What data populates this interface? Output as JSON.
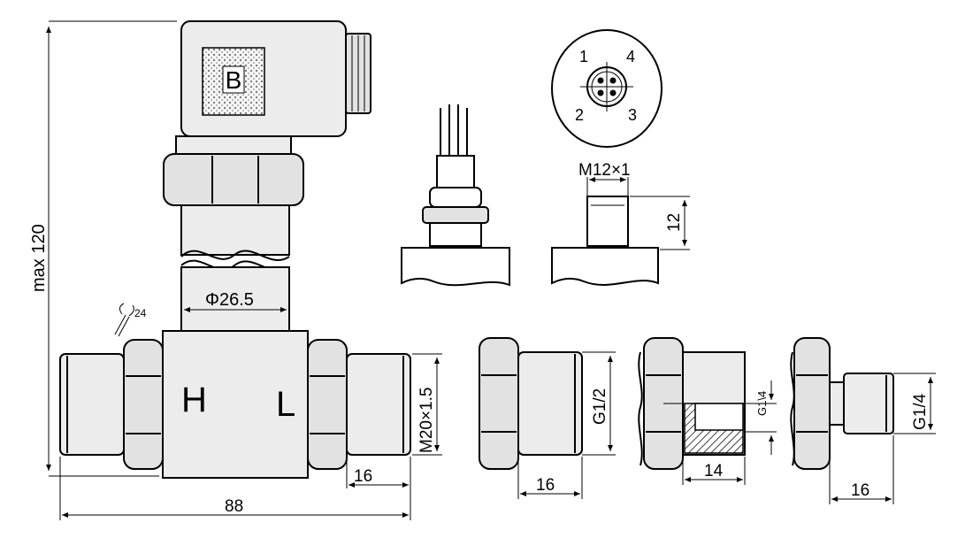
{
  "connector": {
    "letter": "B"
  },
  "pinout": {
    "pins": [
      "1",
      "4",
      "2",
      "3"
    ]
  },
  "labels": {
    "high": "H",
    "low": "L",
    "wrench": "24"
  },
  "dimensions": {
    "total_height": "max 120",
    "body_diameter": "Φ26.5",
    "port_thread": "M20×1.5",
    "port_length": "16",
    "overall_width": "88",
    "m12": "M12×1",
    "m12_height": "12",
    "g12_thread": "G1/2",
    "g12_length": "16",
    "g14_inner_thread": "G1\\4",
    "g14_inner_depth": "14",
    "g14_thread": "G1/4",
    "g14_length": "16"
  }
}
